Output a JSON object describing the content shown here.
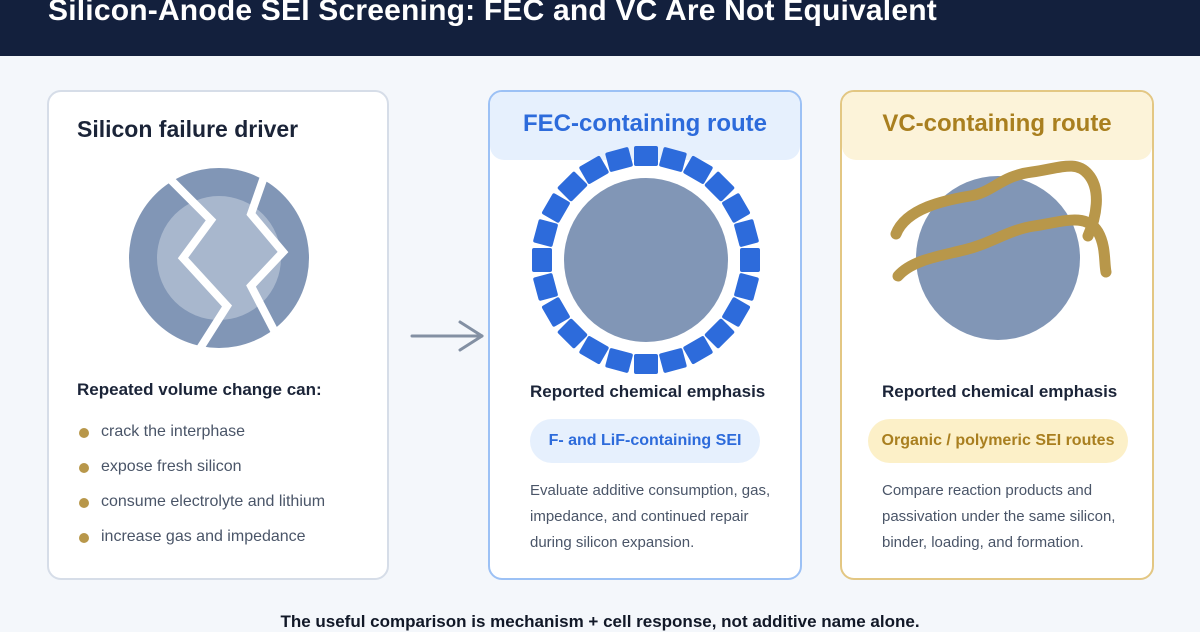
{
  "header": {
    "title": "Silicon-Anode SEI Screening: FEC and VC Are Not Equivalent"
  },
  "left_card": {
    "title": "Silicon failure driver",
    "subhead": "Repeated volume change can:",
    "bullets": [
      "crack the interphase",
      "expose fresh silicon",
      "consume electrolyte and lithium",
      "increase gas and impedance"
    ]
  },
  "fec_card": {
    "title": "FEC-containing route",
    "emphasis_label": "Reported chemical emphasis",
    "pill": "F- and LiF-containing SEI",
    "description": "Evaluate additive consumption, gas, impedance, and continued repair during silicon expansion."
  },
  "vc_card": {
    "title": "VC-containing route",
    "emphasis_label": "Reported chemical emphasis",
    "pill": "Organic / polymeric SEI routes",
    "description": "Compare reaction products and passivation under the same silicon, binder, loading, and formation."
  },
  "footer": {
    "text": "The useful comparison is mechanism + cell response, not additive name alone."
  },
  "colors": {
    "header_bg": "#13203d",
    "fec_accent": "#2d6bdb",
    "vc_accent": "#a97f1f",
    "particle": "#8196b6",
    "bullet_dot": "#b8974a"
  },
  "icons": {
    "transition": "arrow-right-icon",
    "cracked_particle": "cracked-particle-icon",
    "fec_particle": "segmented-shell-particle-icon",
    "vc_particle": "polymer-strand-particle-icon"
  }
}
